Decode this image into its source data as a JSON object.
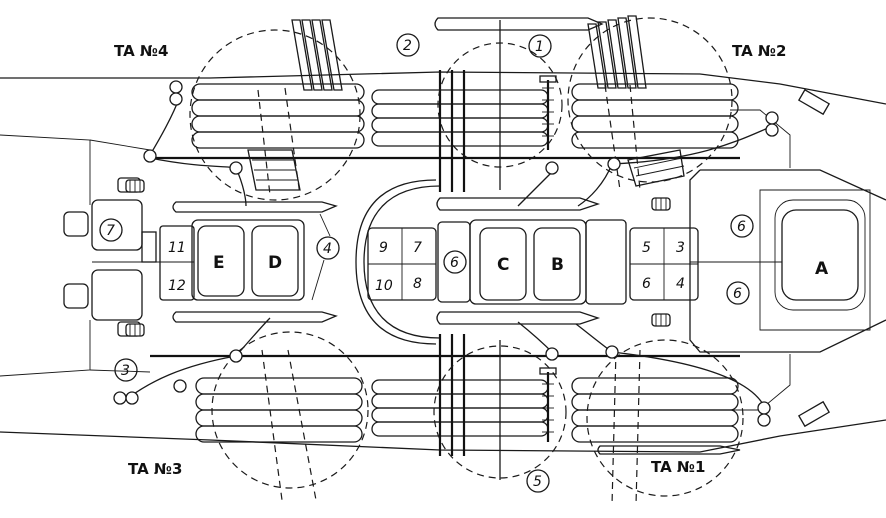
{
  "tube_labels": {
    "ta1": "TA №1",
    "ta2": "TA №2",
    "ta3": "TA №3",
    "ta4": "TA №4"
  },
  "callouts": {
    "c1": "1",
    "c2": "2",
    "c3": "3",
    "c4": "4",
    "c5": "5",
    "c6a": "6",
    "c6b": "6",
    "c6c": "6",
    "c7": "7"
  },
  "compartments": {
    "A": "A",
    "B": "B",
    "C": "C",
    "D": "D",
    "E": "E"
  },
  "cells": {
    "n3": "3",
    "n4": "4",
    "n5": "5",
    "n6": "6",
    "n7": "7",
    "n8": "8",
    "n9": "9",
    "n10": "10",
    "n11": "11",
    "n12": "12"
  }
}
